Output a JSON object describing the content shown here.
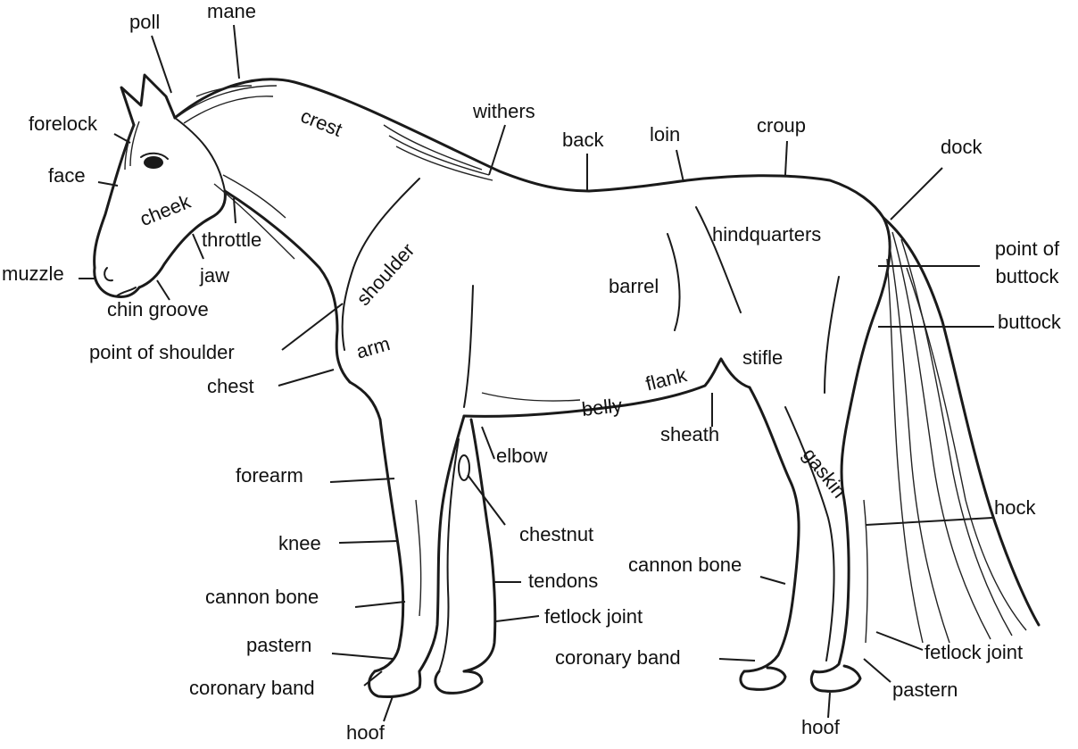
{
  "labels": {
    "poll": "poll",
    "mane": "mane",
    "forelock": "forelock",
    "crest": "crest",
    "withers": "withers",
    "back": "back",
    "loin": "loin",
    "croup": "croup",
    "dock": "dock",
    "face": "face",
    "cheek": "cheek",
    "throttle": "throttle",
    "muzzle": "muzzle",
    "jaw": "jaw",
    "chin_groove": "chin groove",
    "shoulder": "shoulder",
    "hindquarters": "hindquarters",
    "point_of_buttock": "point of buttock",
    "barrel": "barrel",
    "buttock": "buttock",
    "point_of_shoulder": "point of shoulder",
    "arm": "arm",
    "flank": "flank",
    "stifle": "stifle",
    "chest": "chest",
    "belly": "belly",
    "sheath": "sheath",
    "gaskin": "gaskin",
    "elbow": "elbow",
    "forearm": "forearm",
    "chestnut": "chestnut",
    "hock": "hock",
    "knee": "knee",
    "cannon_bone_front": "cannon bone",
    "cannon_bone_hind": "cannon bone",
    "tendons": "tendons",
    "fetlock_joint_front": "fetlock joint",
    "fetlock_joint_hind": "fetlock joint",
    "pastern_front": "pastern",
    "pastern_hind": "pastern",
    "coronary_band_front": "coronary band",
    "coronary_band_hind": "coronary band",
    "hoof_front": "hoof",
    "hoof_hind": "hoof"
  },
  "colors": {
    "ink": "#111111",
    "paper": "#ffffff"
  }
}
